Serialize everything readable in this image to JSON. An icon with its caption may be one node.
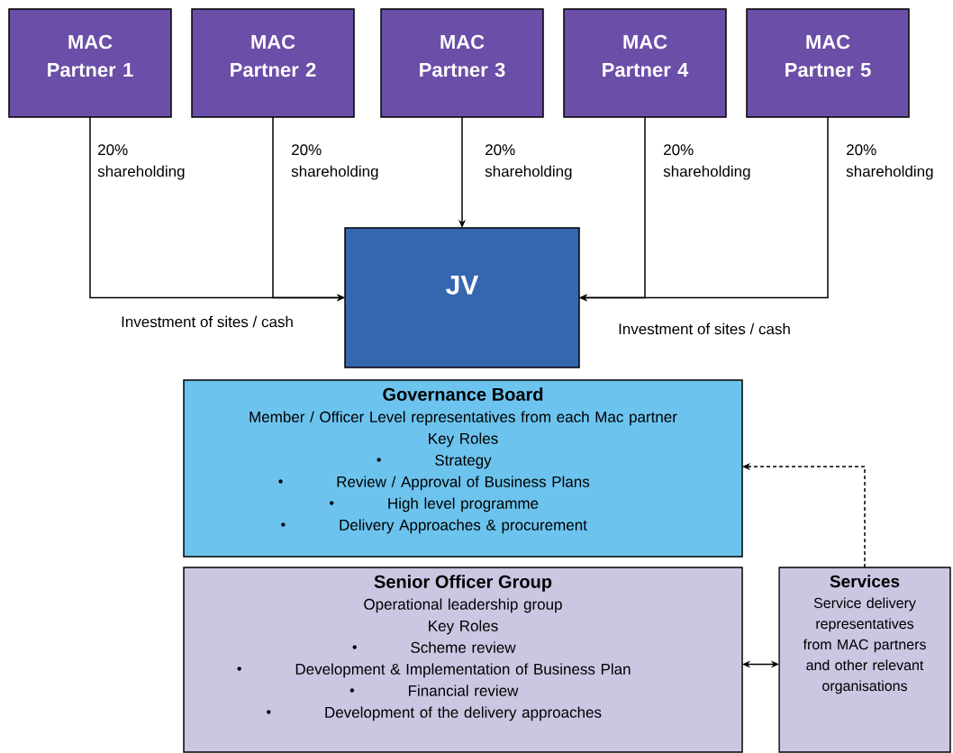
{
  "diagram": {
    "nodes": [
      {
        "text": [
          "MAC Partner 1"
        ]
      },
      {
        "text": [
          "MAC Partner 2"
        ]
      },
      {
        "text": [
          "MAC Partner 3"
        ]
      },
      {
        "text": [
          "MAC Partner 4"
        ]
      },
      {
        "text": [
          "MAC Partner 5"
        ]
      },
      {
        "text": [
          "JV"
        ]
      },
      {
        "text": [
          "Governance Board",
          "Member / Officer Level representatives from each Mac partner",
          "Key Roles",
          "Strategy",
          "Review / Approval of Business Plans",
          "High level programme",
          "Delivery Approaches & procurement"
        ]
      },
      {
        "text": [
          "Senior Officer Group",
          "Operational leadership group",
          "Key Roles",
          "Scheme review",
          "Development & Implementation of Business Plan",
          "Financial review",
          "Development of the delivery approaches"
        ]
      },
      {
        "text": [
          "Services",
          "Service delivery representatives from MAC partners and other relevant organisations"
        ]
      }
    ],
    "edges": [
      {
        "from": 0,
        "to": 5,
        "arrow": "to",
        "label": "20% shareholding"
      },
      {
        "from": 1,
        "to": 5,
        "arrow": "to",
        "label": "20% shareholding"
      },
      {
        "from": 2,
        "to": 5,
        "arrow": "to",
        "label": "20% shareholding"
      },
      {
        "from": 3,
        "to": 5,
        "arrow": "to",
        "label": "20% shareholding"
      },
      {
        "from": 4,
        "to": 5,
        "arrow": "to",
        "label": "20% shareholding"
      },
      {
        "from": 8,
        "to": 6,
        "arrow": "to",
        "style": "dashed"
      },
      {
        "from": 7,
        "to": 8,
        "arrow": "both"
      }
    ],
    "labels": [
      "Investment of sites / cash",
      "Investment of sites / cash"
    ]
  }
}
